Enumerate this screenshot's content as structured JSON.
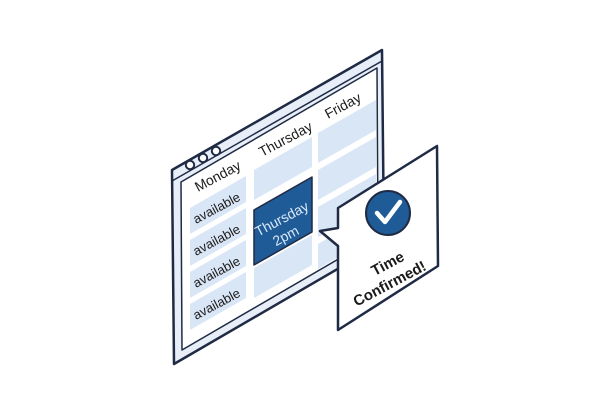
{
  "calendar": {
    "days": {
      "monday": "Monday",
      "thursday": "Thursday",
      "friday": "Friday"
    },
    "slots": {
      "monday": [
        "available",
        "available",
        "available",
        "available"
      ]
    },
    "selected": {
      "line1": "Thursday",
      "line2": "2pm"
    }
  },
  "confirmation": {
    "line1": "Time",
    "line2": "Confirmed!"
  },
  "colors": {
    "outline": "#1f2a44",
    "window_fill": "#ffffff",
    "frame_fill": "#e7eef8",
    "slot_fill": "#d9e6f6",
    "selected_fill": "#1f5b97",
    "selected_text": "#dce9f8",
    "check_circle": "#1f5b97",
    "text": "#1b1b1b"
  }
}
